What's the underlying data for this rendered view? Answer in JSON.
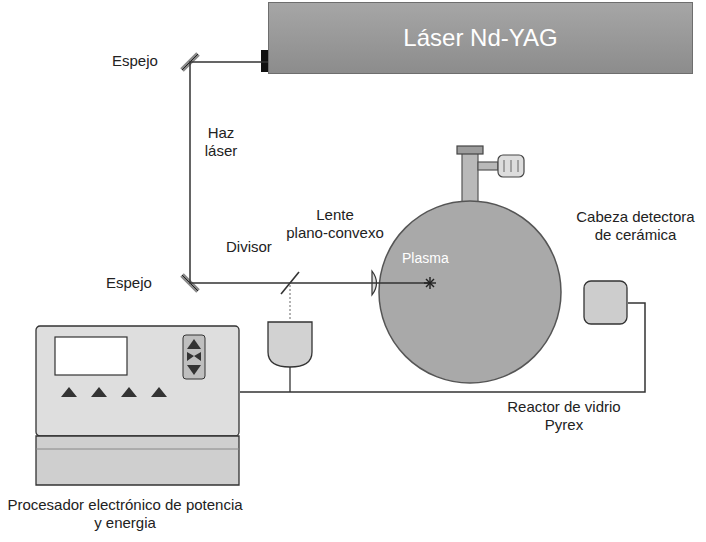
{
  "diagram": {
    "nodes": [
      {
        "text": [
          "Láser Nd-YAG"
        ]
      },
      {
        "text": [
          "Plasma"
        ]
      },
      {
        "text": [
          "Cabeza detectora de cerámica"
        ]
      },
      {
        "text": [
          "Procesador electrónico de potencia y energia"
        ]
      }
    ],
    "edges": [
      {
        "from": 0,
        "to": 1,
        "arrow": "none"
      },
      {
        "from": 2,
        "to": 3,
        "arrow": "none"
      }
    ],
    "labels": [
      "Espejo",
      "Haz láser",
      "Espejo",
      "Divisor",
      "Lente plano-convexo",
      "Reactor de vidrio Pyrex"
    ]
  }
}
